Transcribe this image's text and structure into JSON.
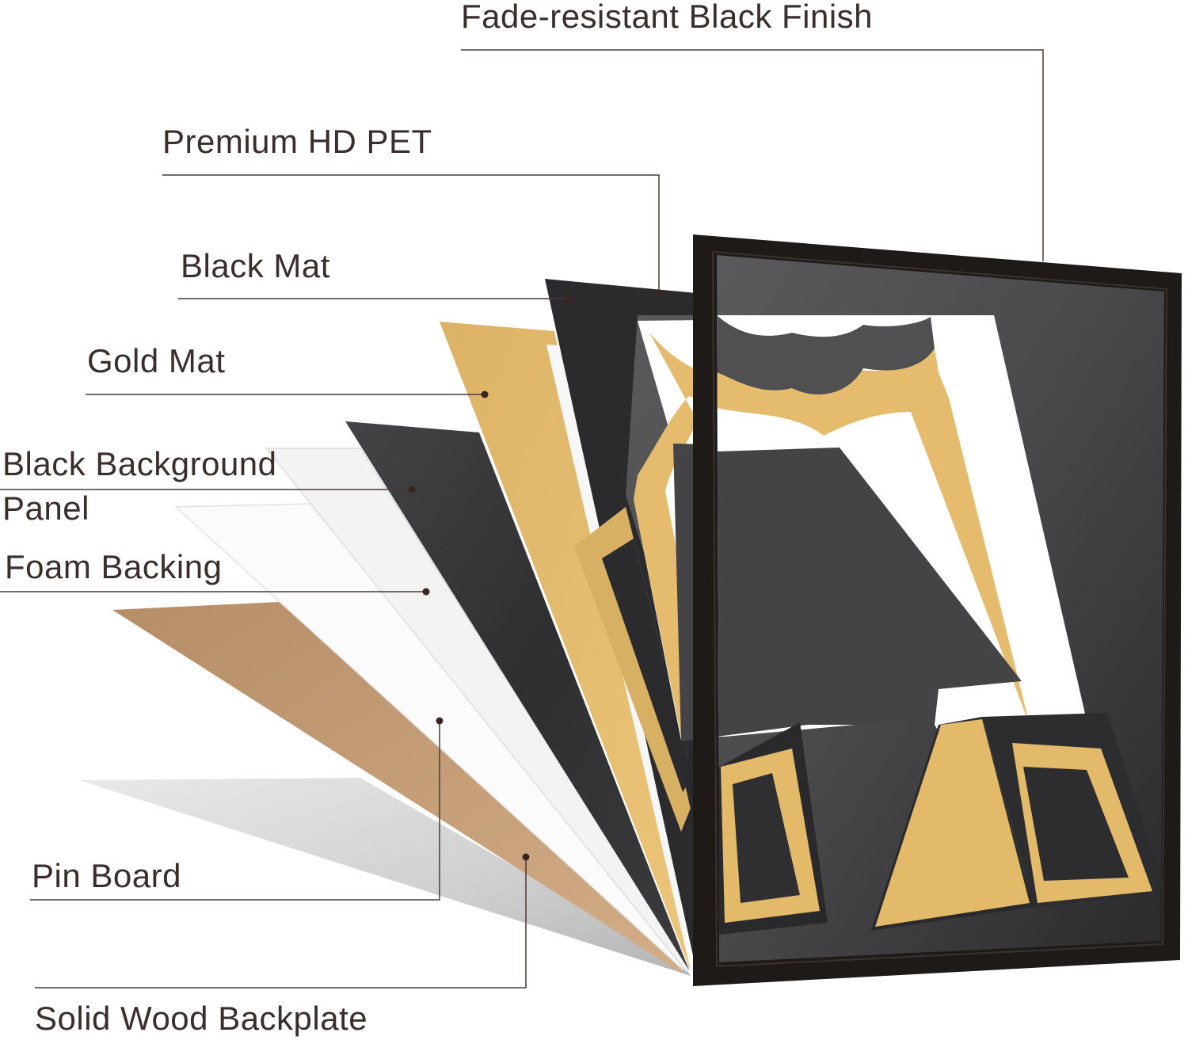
{
  "diagram": {
    "colors": {
      "text": "#3a2e2c",
      "leader": "#4a3a38",
      "dot": "#3b2422",
      "frame_wood": "#1e1a18",
      "black_panel": "#3a3a3c",
      "black_mat": "#2a2a2c",
      "gold": "#e6bd6e",
      "pin_board": "#c9a179",
      "white_layer": "#f4f4f4",
      "shadow": "#d3d3d3"
    },
    "labels": {
      "fade_resistant": "Fade-resistant Black Finish",
      "pet": "Premium HD PET",
      "black_mat": "Black Mat",
      "gold_mat": "Gold Mat",
      "black_bg_line1": "Black Background",
      "black_bg_line2": "Panel",
      "foam": "Foam Backing",
      "pin_board": "Pin Board",
      "backplate": "Solid Wood Backplate"
    }
  }
}
